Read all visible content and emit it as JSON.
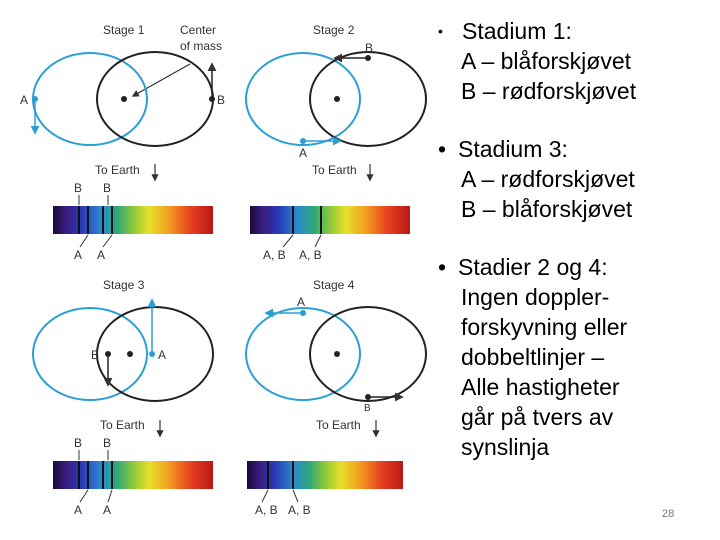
{
  "diagram": {
    "panels": [
      {
        "id": "stage1",
        "stage_label": "Stage 1",
        "com_label": "Center of mass",
        "label_a": "A",
        "label_b": "B",
        "earth_label": "To Earth",
        "spectrum_top": [
          "B",
          "B"
        ],
        "spectrum_bottom": [
          "A",
          "A"
        ]
      },
      {
        "id": "stage2",
        "stage_label": "Stage 2",
        "label_a": "A",
        "label_b": "B",
        "earth_label": "To Earth",
        "spectrum_bottom": [
          "A, B",
          "A, B"
        ]
      },
      {
        "id": "stage3",
        "stage_label": "Stage 3",
        "label_a": "A",
        "label_b": "B",
        "earth_label": "To Earth",
        "spectrum_top": [
          "B",
          "B"
        ],
        "spectrum_bottom": [
          "A",
          "A"
        ]
      },
      {
        "id": "stage4",
        "stage_label": "Stage 4",
        "label_a": "A",
        "label_b": "B",
        "earth_label": "To Earth",
        "spectrum_bottom": [
          "A, B",
          "A, B"
        ]
      }
    ],
    "colors": {
      "blue_orbit": "#2a9fd6",
      "black_orbit": "#222222",
      "label": "#333333"
    }
  },
  "bullets": [
    {
      "head": "Stadium 1:",
      "small_dot": true,
      "lines": [
        "A – blåforskjøvet",
        "B – rødforskjøvet"
      ]
    },
    {
      "head": "Stadium 3:",
      "small_dot": false,
      "lines": [
        "A – rødforskjøvet",
        "B – blåforskjøvet"
      ]
    },
    {
      "head": "Stadier 2 og 4:",
      "small_dot": false,
      "lines": [
        "Ingen doppler-",
        "forskyvning eller",
        "dobbeltlinjer –",
        "Alle hastigheter",
        "går på tvers av",
        "synslinja"
      ]
    }
  ],
  "page_number": "28"
}
